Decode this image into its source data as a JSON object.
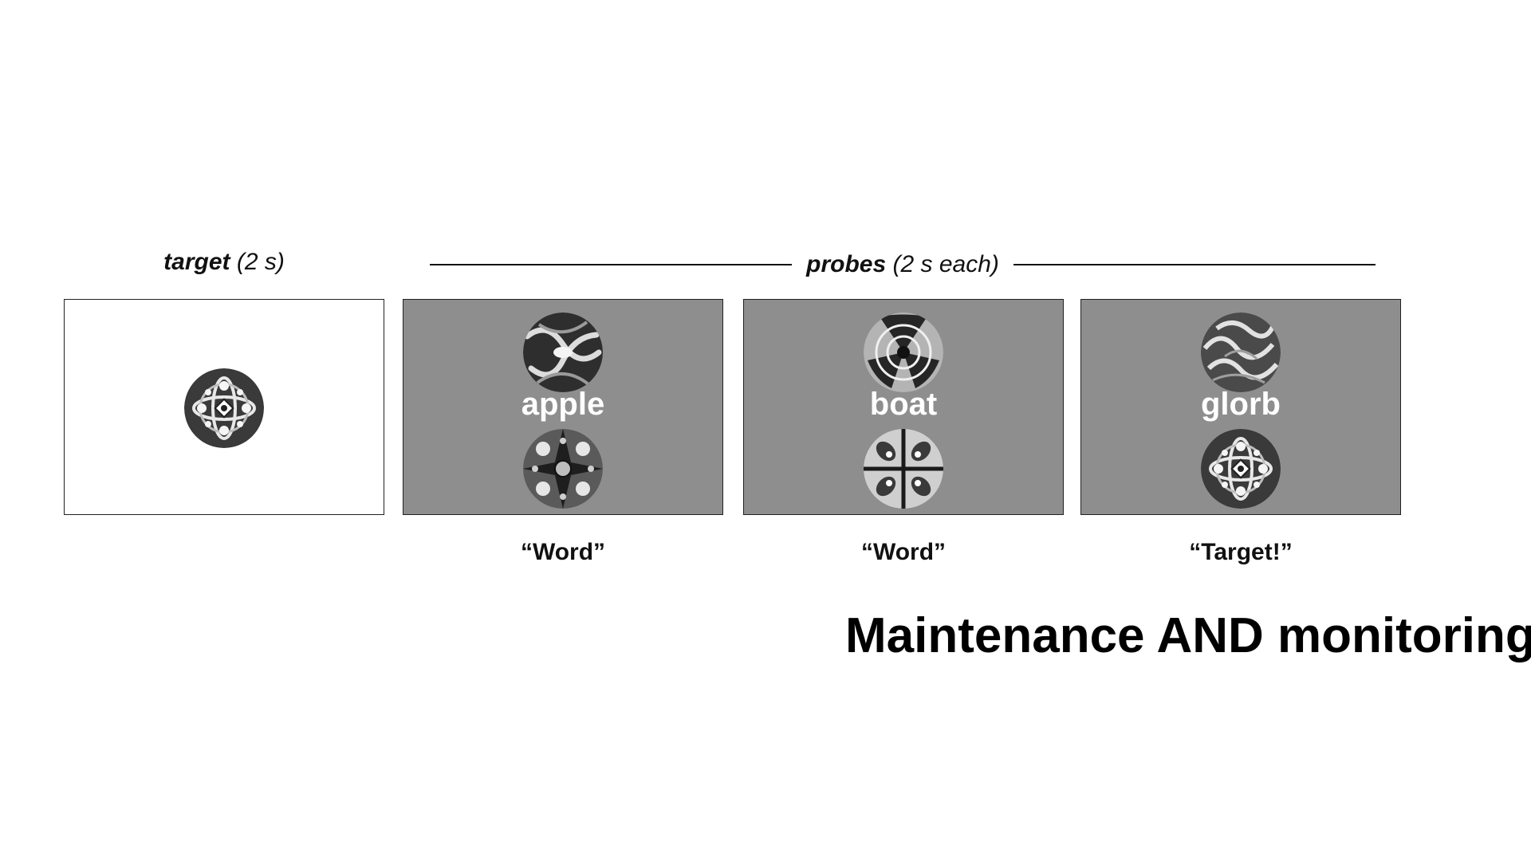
{
  "target_label": {
    "bold": "target",
    "rest": " (2 s)"
  },
  "probes_label": {
    "bold": "probes",
    "rest": " (2 s each)"
  },
  "panels": [
    {
      "word": "",
      "response": ""
    },
    {
      "word": "apple",
      "response": "“Word”"
    },
    {
      "word": "boat",
      "response": "“Word”"
    },
    {
      "word": "glorb",
      "response": "“Target!”"
    }
  ],
  "headline": "Maintenance AND monitoring",
  "colors": {
    "probe_background": "#8e8e8e",
    "word_text": "#ffffff"
  },
  "icons": [
    "kaleidoscope-pattern-icon",
    "fractal-pattern-icon",
    "swirl-pattern-icon"
  ]
}
